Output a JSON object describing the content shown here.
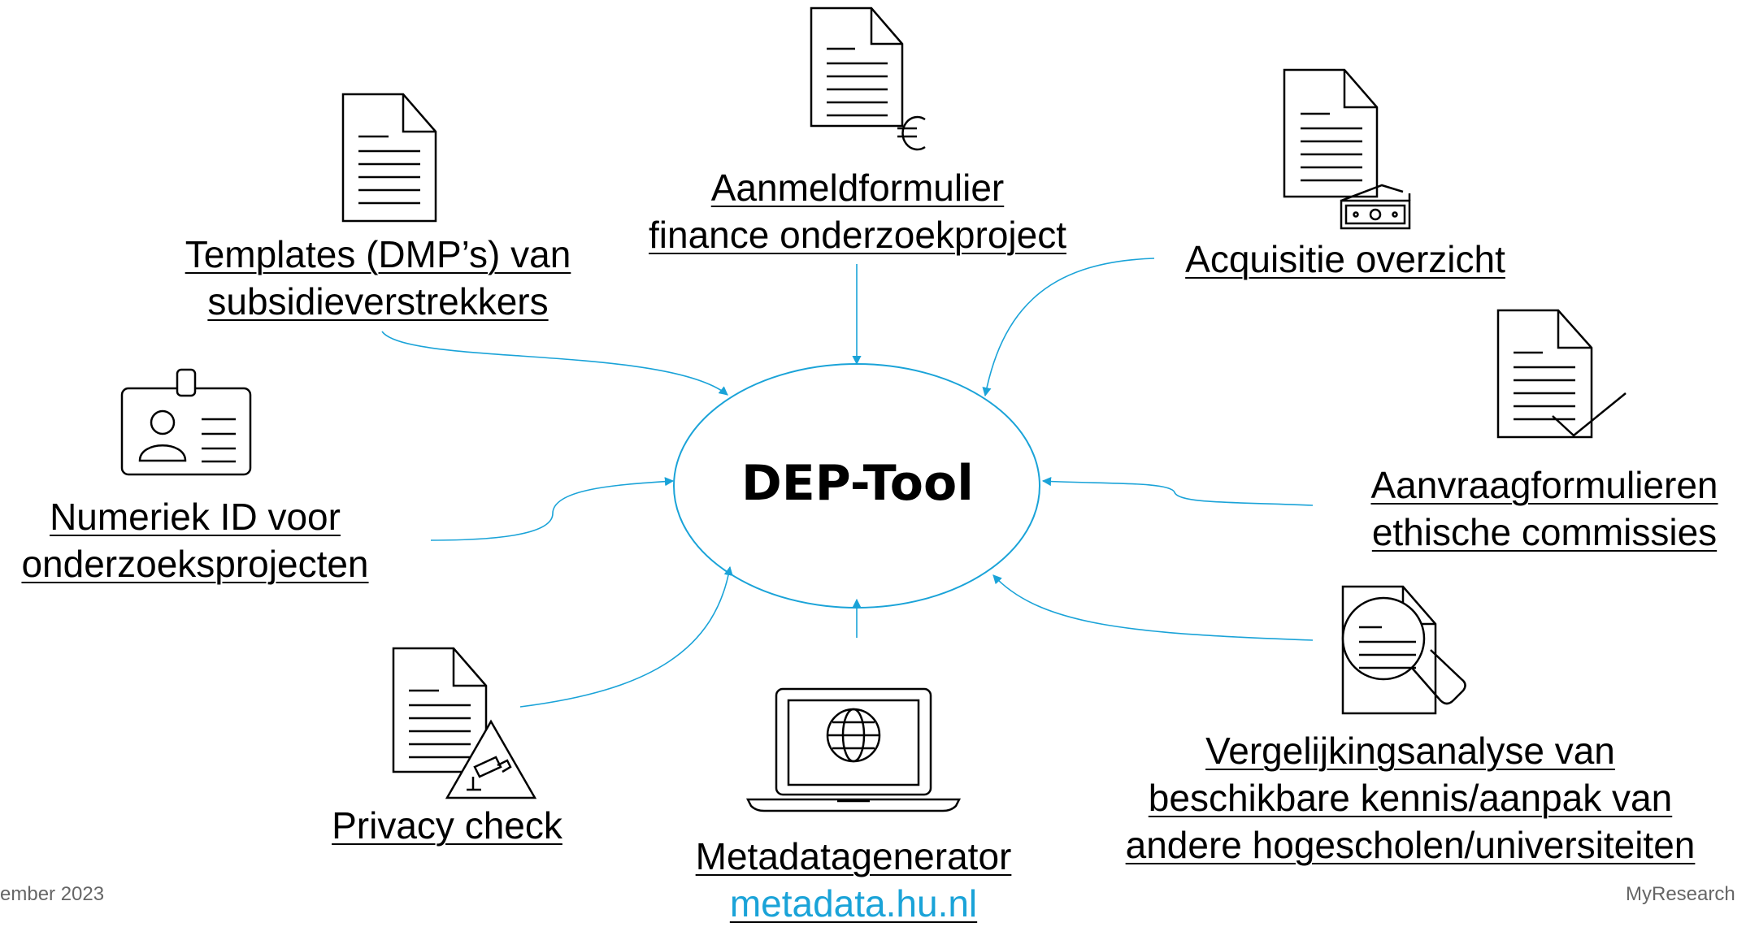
{
  "center": {
    "title": "DEP-Tool"
  },
  "nodes": {
    "finance": {
      "line1": "Aanmeldformulier",
      "line2": "finance onderzoekproject",
      "icon": "document-euro-icon"
    },
    "acquisitie": {
      "line1": "Acquisitie overzicht",
      "icon": "document-money-icon"
    },
    "templates": {
      "line1": "Templates (DMP’s) van",
      "line2": "subsidieverstrekkers",
      "icon": "document-icon"
    },
    "ethische": {
      "line1": "Aanvraagformulieren",
      "line2": "ethische commissies",
      "icon": "document-check-icon"
    },
    "numeriek": {
      "line1": "Numeriek ID voor",
      "line2": "onderzoeksprojecten",
      "icon": "id-badge-icon"
    },
    "vergelijking": {
      "line1": "Vergelijkingsanalyse van",
      "line2": "beschikbare kennis/aanpak van",
      "line3": "andere hogescholen/universiteiten",
      "icon": "document-magnifier-icon"
    },
    "privacy": {
      "line1": "Privacy check",
      "icon": "document-camera-warning-icon"
    },
    "metadata": {
      "line1": "Metadatagenerator",
      "link": "metadata.hu.nl",
      "icon": "laptop-globe-icon"
    }
  },
  "footer": {
    "left": "ember 2023",
    "right": "MyResearch"
  },
  "colors": {
    "arrow": "#1aa3d8",
    "ellipse": "#1aa3d8",
    "text": "#000000",
    "link": "#1aa3d8"
  }
}
